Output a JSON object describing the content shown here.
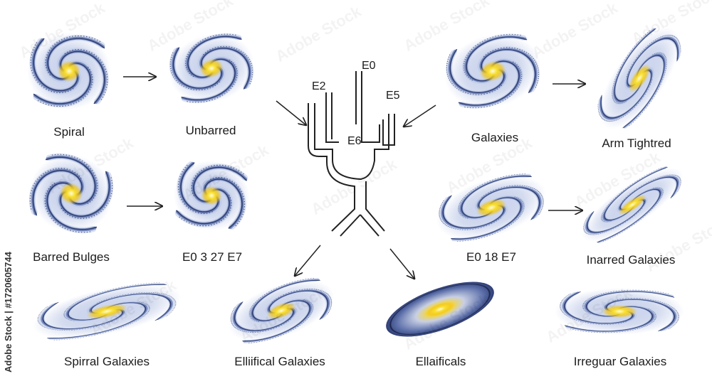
{
  "palette": {
    "arm_dark": "#2b3a6b",
    "arm_mid": "#6a7fb8",
    "arm_light": "#b9c6e6",
    "core": "#f5d217",
    "core_glow": "#fff6b0",
    "line": "#222222"
  },
  "galaxies": [
    {
      "id": "spiral",
      "label": "Spiral",
      "kind": "spiral"
    },
    {
      "id": "unbarred",
      "label": "Unbarred",
      "kind": "spiral"
    },
    {
      "id": "barred-bulges",
      "label": "Barred Bulges",
      "kind": "spiral"
    },
    {
      "id": "e0-3-27-e7",
      "label": "E0 3 27 E7",
      "kind": "spiral"
    },
    {
      "id": "galaxies",
      "label": "Galaxies",
      "kind": "spiral"
    },
    {
      "id": "arm-tightred",
      "label": "Arm Tightred",
      "kind": "spiral"
    },
    {
      "id": "e0-18-e7",
      "label": "E0 18 E7",
      "kind": "spiral"
    },
    {
      "id": "inarred-galaxies",
      "label": "Inarred Galaxies",
      "kind": "spiral"
    },
    {
      "id": "spirral-galaxies",
      "label": "Spirral Galaxies",
      "kind": "spiral"
    },
    {
      "id": "elliifical-galaxies",
      "label": "Elliifical Galaxies",
      "kind": "spiral"
    },
    {
      "id": "ellaificals",
      "label": "Ellaificals",
      "kind": "elliptical"
    },
    {
      "id": "irreguar-galaxies",
      "label": "Irreguar Galaxies",
      "kind": "spiral"
    }
  ],
  "fork_labels": {
    "e0": "E0",
    "e2": "E2",
    "e5": "E5",
    "e6": "E6"
  },
  "stock": {
    "id_text": "Adobe Stock | #1720605744",
    "watermark": "Adobe Stock"
  }
}
